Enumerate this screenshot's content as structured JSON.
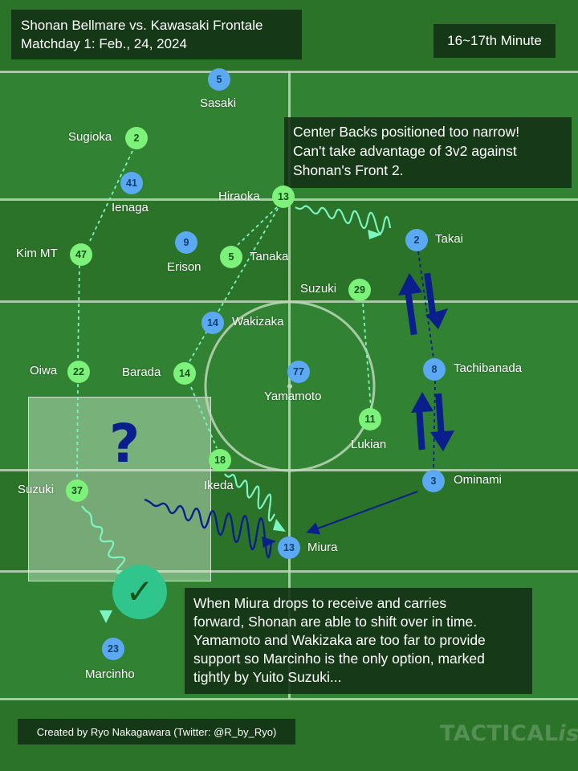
{
  "header": {
    "title_line1": "Shonan Bellmare vs. Kawasaki Frontale",
    "title_line2": "Matchday 1: Feb., 24, 2024",
    "minute": "16~17th Minute"
  },
  "notes": {
    "top": [
      "Center Backs positioned too narrow!",
      "Can't take advantage of 3v2 against",
      "Shonan's Front 2."
    ],
    "bottom": [
      "When Miura drops to receive and carries",
      "forward, Shonan are able to shift over in time.",
      "Yamamoto and Wakizaka are too far to provide",
      "support so Marcinho is the only option, marked",
      "tightly by Yuito Suzuki..."
    ]
  },
  "credit": "Created by Ryo Nakagawara (Twitter: @R_by_Ryo)",
  "watermark": {
    "main": "TACTICAL",
    "italic": "ista"
  },
  "annotation_symbols": {
    "question": "?",
    "check": "✓"
  },
  "colors": {
    "home": "#7cf27a",
    "away": "#5aa9f2",
    "arrow_dark": "#0b1f8c",
    "pass_line": "#7cf5c0"
  },
  "players": {
    "home": [
      {
        "number": "2",
        "name": "Sugioka"
      },
      {
        "number": "47",
        "name": "Kim MT"
      },
      {
        "number": "22",
        "name": "Oiwa"
      },
      {
        "number": "37",
        "name": "Suzuki"
      },
      {
        "number": "14",
        "name": "Barada"
      },
      {
        "number": "18",
        "name": "Ikeda"
      },
      {
        "number": "5",
        "name": "Tanaka"
      },
      {
        "number": "13",
        "name": "Hiraoka"
      },
      {
        "number": "29",
        "name": "Suzuki"
      },
      {
        "number": "11",
        "name": "Lukian"
      }
    ],
    "away": [
      {
        "number": "5",
        "name": "Sasaki"
      },
      {
        "number": "41",
        "name": "Ienaga"
      },
      {
        "number": "9",
        "name": "Erison"
      },
      {
        "number": "14",
        "name": "Wakizaka"
      },
      {
        "number": "77",
        "name": "Yamamoto"
      },
      {
        "number": "2",
        "name": "Takai"
      },
      {
        "number": "8",
        "name": "Tachibanada"
      },
      {
        "number": "3",
        "name": "Ominami"
      },
      {
        "number": "13",
        "name": "Miura"
      },
      {
        "number": "23",
        "name": "Marcinho"
      }
    ]
  }
}
